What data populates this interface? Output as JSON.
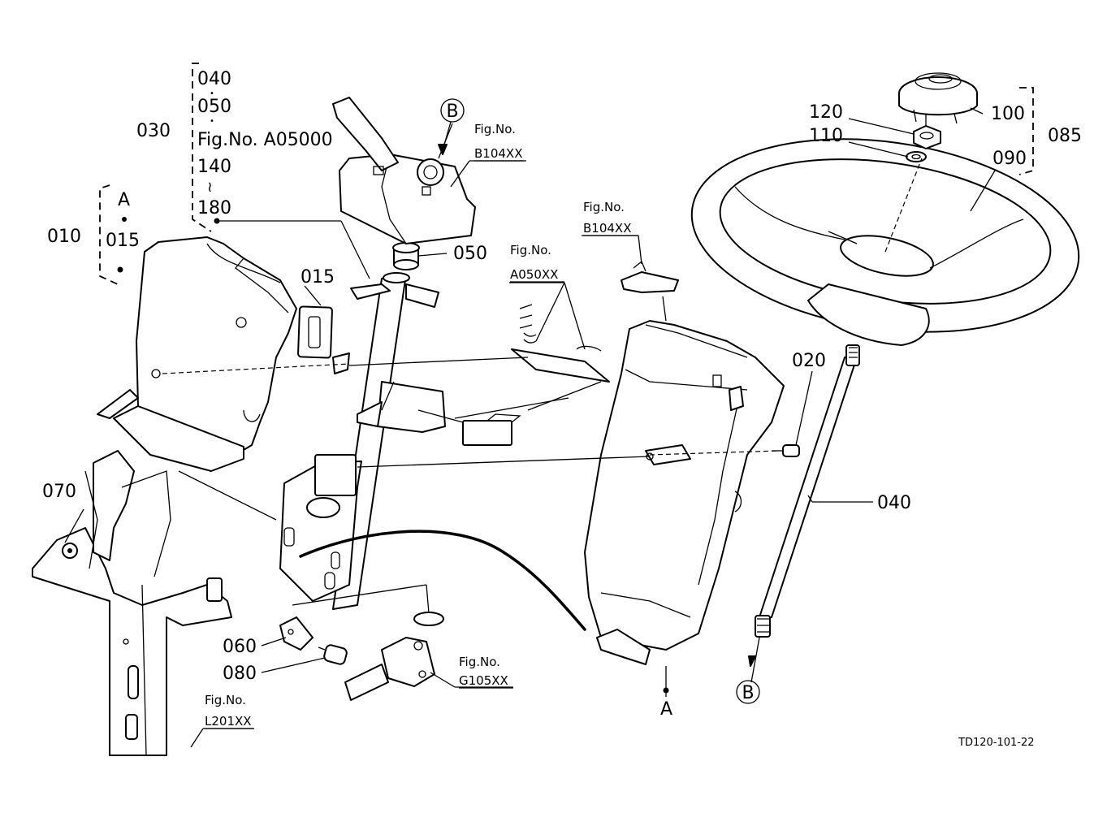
{
  "drawing_code": "TD120-101-22",
  "callouts": {
    "c010": "010",
    "c015_group": "015",
    "c015": "015",
    "c020": "020",
    "c030": "030",
    "c040_group": "040",
    "c040": "040",
    "c050_group": "050",
    "c050": "050",
    "c060": "060",
    "c070": "070",
    "c080": "080",
    "c085": "085",
    "c090": "090",
    "c100": "100",
    "c110": "110",
    "c120": "120",
    "c140": "140",
    "c180": "180",
    "tilde": "≀",
    "bullet": "•"
  },
  "markers": {
    "A": "A",
    "B": "B"
  },
  "fig_refs": {
    "fig_no_label": "Fig.No.",
    "a05000": "Fig.No. A05000",
    "b104xx_top": "B104XX",
    "b104xx_mid": "B104XX",
    "a050xx": "A050XX",
    "g105xx": "G105XX",
    "l201xx": "L201XX"
  }
}
